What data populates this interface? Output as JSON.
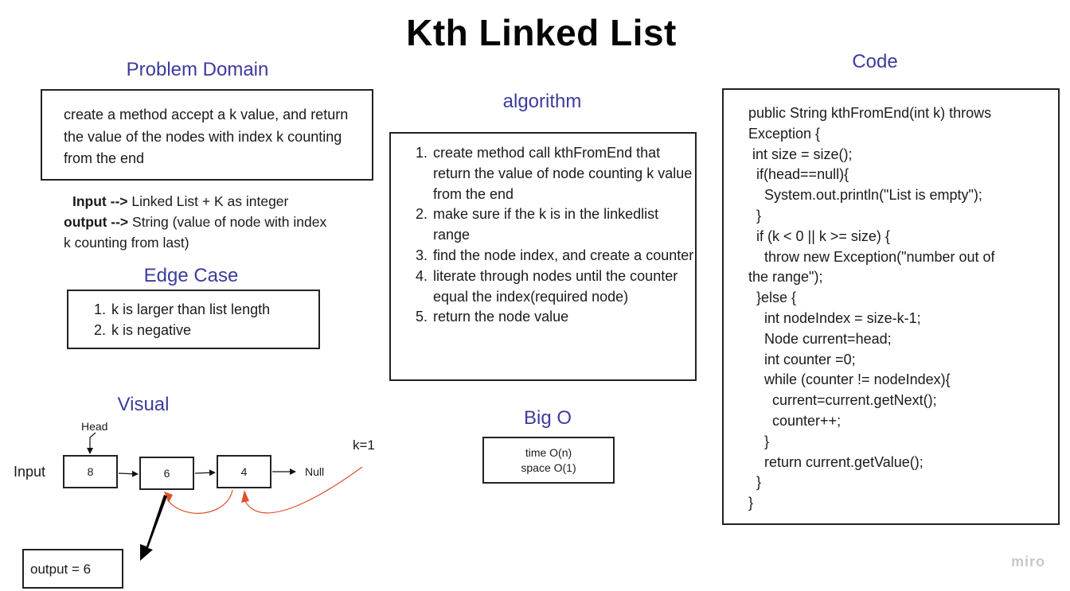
{
  "title": "Kth Linked List",
  "problem_domain": {
    "heading": "Problem Domain",
    "text": "create a method accept a k value, and return the value of the nodes with index k counting from the end"
  },
  "io": {
    "input_label": "Input -->",
    "input_value": " Linked List + K as integer",
    "output_label": "output -->",
    "output_value": " String (value of node with index k counting from last)"
  },
  "edge_case": {
    "heading": "Edge Case",
    "items": [
      "k is larger than list length",
      "k is negative"
    ]
  },
  "algorithm": {
    "heading": "algorithm",
    "steps": [
      "create method call kthFromEnd that return the value of node counting k value from the end",
      "make sure if the k is in the linkedlist range",
      "find the node index, and create a counter",
      "literate through nodes until the counter equal the index(required node)",
      "return the node value"
    ]
  },
  "big_o": {
    "heading": "Big O",
    "time": "time O(n)",
    "space": "space O(1)"
  },
  "code": {
    "heading": "Code",
    "lines": [
      "public String kthFromEnd(int k) throws",
      "Exception {",
      " int size = size();",
      "  if(head==null){",
      "    System.out.println(\"List is empty\");",
      "  }",
      "  if (k < 0 || k >= size) {",
      "    throw new Exception(\"number out of",
      "the range\");",
      "  }else {",
      "    int nodeIndex = size-k-1;",
      "    Node current=head;",
      "    int counter =0;",
      "    while (counter != nodeIndex){",
      "      current=current.getNext();",
      "      counter++;",
      "    }",
      "    return current.getValue();",
      "  }",
      "}"
    ]
  },
  "visual": {
    "heading": "Visual",
    "head_label": "Head",
    "input_label": "Input",
    "nodes": [
      "8",
      "6",
      "4"
    ],
    "null_label": "Null",
    "k_label": "k=1",
    "output_text": "output  = 6"
  },
  "watermark": "miro",
  "colors": {
    "heading": "#3c3c9c",
    "arrow_red": "#e0502c"
  }
}
